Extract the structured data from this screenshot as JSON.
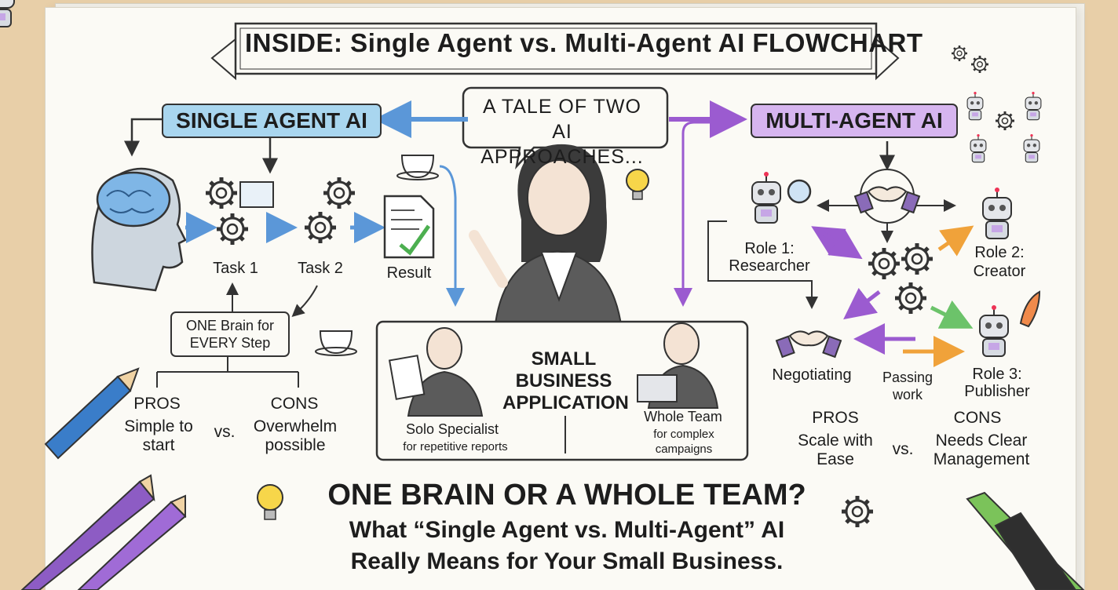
{
  "title": "INSIDE: Single Agent vs. Multi-Agent AI FLOWCHART",
  "single": {
    "heading": "SINGLE AGENT AI",
    "task1": "Task 1",
    "task2": "Task 2",
    "result": "Result",
    "note": "ONE Brain for EVERY Step",
    "pros_label": "PROS",
    "pros_text": "Simple to start",
    "vs": "vs.",
    "cons_label": "CONS",
    "cons_text": "Overwhelm possible"
  },
  "center": {
    "bubble": "A TALE OF TWO AI APPROACHES...",
    "app_title": "SMALL BUSINESS APPLICATION",
    "solo_title": "Solo Specialist",
    "solo_sub": "for repetitive reports",
    "team_title": "Whole Team",
    "team_sub": "for complex campaigns"
  },
  "multi": {
    "heading": "MULTI-AGENT AI",
    "role1": "Role 1: Researcher",
    "role2": "Role 2: Creator",
    "role3": "Role 3: Publisher",
    "negotiating": "Negotiating",
    "passing": "Passing work",
    "pros_label": "PROS",
    "pros_text": "Scale with Ease",
    "vs": "vs.",
    "cons_label": "CONS",
    "cons_text": "Needs Clear Management"
  },
  "footer": {
    "headline": "ONE BRAIN OR A WHOLE TEAM?",
    "line2": "What “Single Agent vs. Multi-Agent” AI",
    "line3": "Really Means for Your Small Business."
  },
  "colors": {
    "single_accent": "#a9d6ef",
    "multi_accent": "#d6b5ef",
    "arrow_blue": "#5b97d8",
    "arrow_purple": "#9b5bd0",
    "arrow_orange": "#f0a23a",
    "arrow_green": "#6cc36a"
  }
}
